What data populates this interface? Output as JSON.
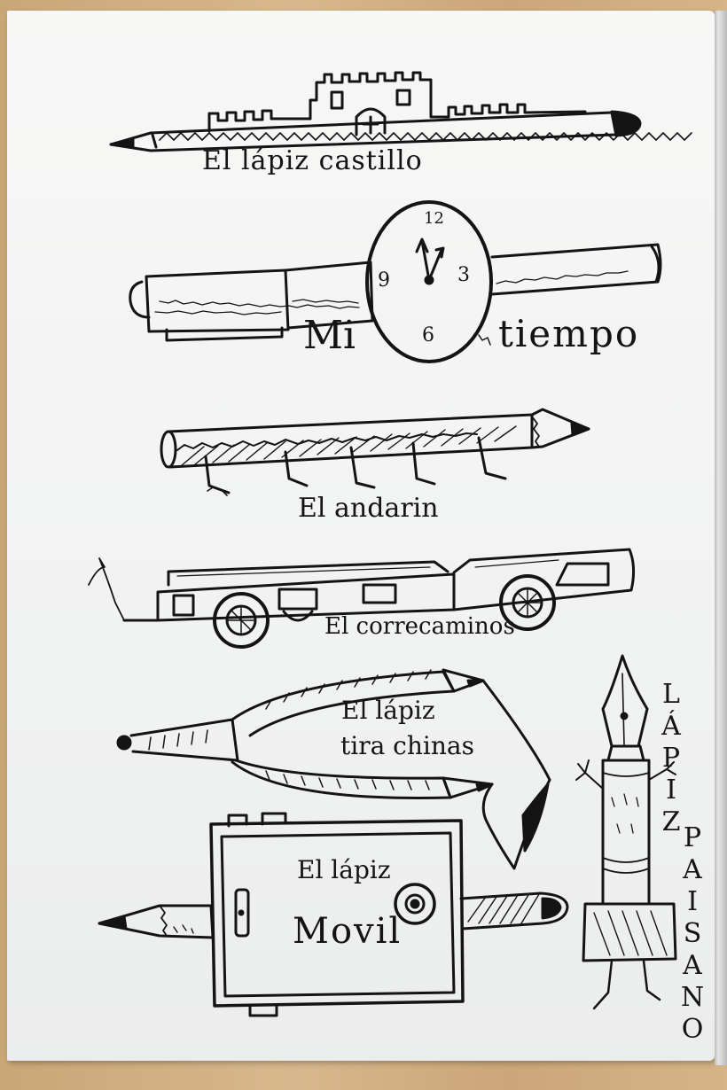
{
  "notebook": {
    "captions": {
      "castle_pencil": "El lápiz castillo",
      "my_time_mi": "Mi",
      "my_time_tiempo": "tiempo",
      "walker": "El andarin",
      "roadrunner": "El correcaminos",
      "slingshot_line1": "El lápiz",
      "slingshot_line2": "tira chinas",
      "mobile_line1": "El lápiz",
      "mobile_line2": "Movil",
      "peasant_line1": "LÁPIZ",
      "peasant_line2": "PAISANO"
    },
    "clock_numbers": {
      "n12": "12",
      "n3": "3",
      "n6": "6",
      "n9": "9"
    },
    "colors": {
      "ink": "#141414",
      "paper": "#f3f4f4",
      "wood": "#cfae84"
    }
  }
}
